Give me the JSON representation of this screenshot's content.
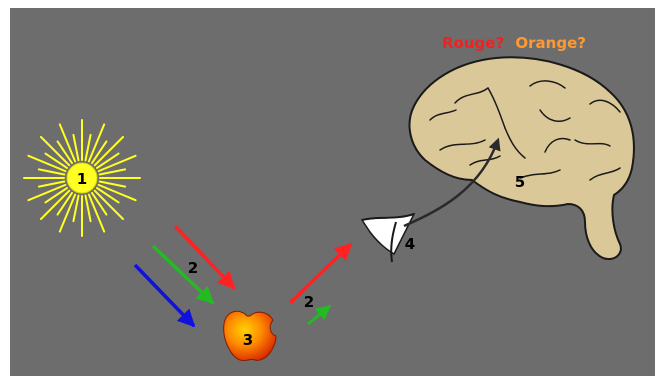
{
  "labels": {
    "sun": "1",
    "incident_rays": "2",
    "reflected_rays": "2",
    "apple": "3",
    "eye": "4",
    "brain": "5"
  },
  "question": {
    "red_word": "Rouge?",
    "orange_word": "Orange?"
  },
  "colors": {
    "background": "#6d6d6d",
    "sun": "#ffff22",
    "ray_red": "#ff2222",
    "ray_green": "#22bb22",
    "ray_blue": "#1111dd",
    "apple_light": "#ffaa00",
    "apple_dark": "#dd2200",
    "brain": "#dbc899",
    "question_red": "#ee2222",
    "question_orange": "#ff9933"
  }
}
